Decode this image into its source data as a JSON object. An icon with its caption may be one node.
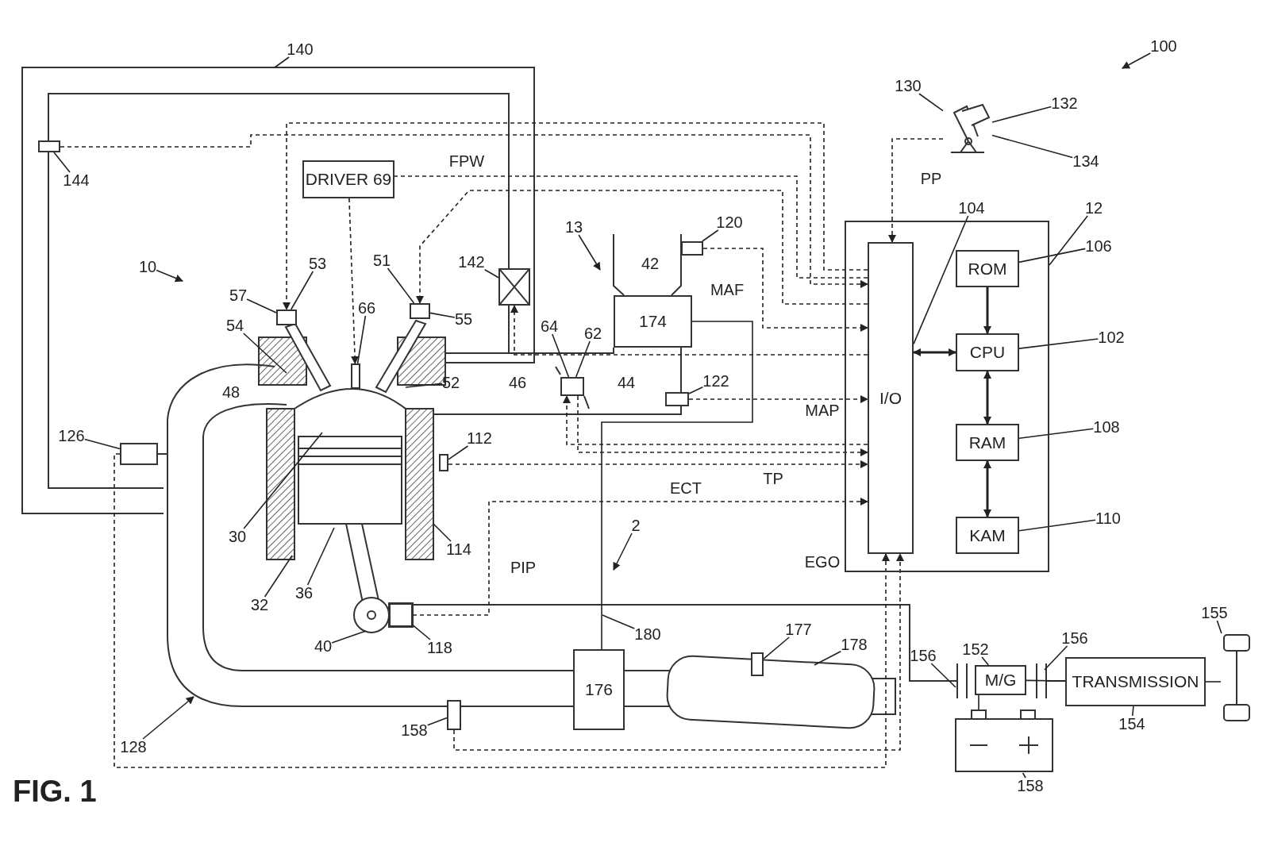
{
  "diagram": {
    "caption": "FIG. 1",
    "nodes": [
      {
        "text": [],
        "shape": "box"
      },
      {
        "text": [
          "I/O"
        ],
        "in": 0
      },
      {
        "text": [
          "ROM"
        ],
        "in": 0
      },
      {
        "text": [
          "CPU"
        ],
        "in": 0
      },
      {
        "text": [
          "RAM"
        ],
        "in": 0
      },
      {
        "text": [
          "KAM"
        ],
        "in": 0
      },
      {
        "text": [
          "DRIVER 69"
        ]
      },
      {
        "text": [
          "174"
        ]
      },
      {
        "text": [
          "176"
        ]
      },
      {
        "text": [
          "M/G"
        ]
      },
      {
        "text": [
          "TRANSMISSION"
        ]
      },
      {
        "text": [],
        "shape": "picture"
      },
      {
        "text": [],
        "shape": "picture"
      },
      {
        "text": [],
        "shape": "picture"
      },
      {
        "text": [
          "140"
        ]
      },
      {
        "text": [
          "144"
        ]
      },
      {
        "text": [
          "100"
        ]
      },
      {
        "text": [
          "130"
        ]
      },
      {
        "text": [
          "132"
        ]
      },
      {
        "text": [
          "134"
        ]
      },
      {
        "text": [
          "12"
        ]
      },
      {
        "text": [
          "104"
        ]
      },
      {
        "text": [
          "106"
        ]
      },
      {
        "text": [
          "102"
        ]
      },
      {
        "text": [
          "108"
        ]
      },
      {
        "text": [
          "110"
        ]
      },
      {
        "text": [
          "10"
        ]
      },
      {
        "text": [
          "53"
        ]
      },
      {
        "text": [
          "57"
        ]
      },
      {
        "text": [
          "54"
        ]
      },
      {
        "text": [
          "51"
        ]
      },
      {
        "text": [
          "55"
        ]
      },
      {
        "text": [
          "66"
        ]
      },
      {
        "text": [
          "52"
        ]
      },
      {
        "text": [
          "142"
        ]
      },
      {
        "text": [
          "13"
        ]
      },
      {
        "text": [
          "120"
        ]
      },
      {
        "text": [
          "64"
        ]
      },
      {
        "text": [
          "62"
        ]
      },
      {
        "text": [
          "122"
        ]
      },
      {
        "text": [
          "126"
        ]
      },
      {
        "text": [
          "112"
        ]
      },
      {
        "text": [
          "114"
        ]
      },
      {
        "text": [
          "30"
        ]
      },
      {
        "text": [
          "32"
        ]
      },
      {
        "text": [
          "36"
        ]
      },
      {
        "text": [
          "40"
        ]
      },
      {
        "text": [
          "118"
        ]
      },
      {
        "text": [
          "2"
        ]
      },
      {
        "text": [
          "180"
        ]
      },
      {
        "text": [
          "177"
        ]
      },
      {
        "text": [
          "178"
        ]
      },
      {
        "text": [
          "156"
        ]
      },
      {
        "text": [
          "152"
        ]
      },
      {
        "text": [
          "156"
        ]
      },
      {
        "text": [
          "155"
        ]
      },
      {
        "text": [
          "154"
        ]
      },
      {
        "text": [
          "158"
        ]
      },
      {
        "text": [
          "158"
        ]
      },
      {
        "text": [
          "128"
        ]
      },
      {
        "text": [],
        "shape": "box"
      },
      {
        "text": [],
        "shape": "box"
      },
      {
        "text": [],
        "shape": "box"
      },
      {
        "text": [],
        "shape": "box"
      },
      {
        "text": [],
        "shape": "box"
      },
      {
        "text": [],
        "shape": "box"
      },
      {
        "text": [],
        "shape": "box"
      },
      {
        "text": [],
        "shape": "box"
      },
      {
        "text": [],
        "shape": "box"
      },
      {
        "text": [],
        "shape": "box"
      },
      {
        "text": [],
        "shape": "box"
      },
      {
        "text": [],
        "shape": "box"
      },
      {
        "text": [],
        "shape": "box"
      }
    ],
    "edges": [
      {
        "from": 2,
        "to": 3,
        "arrow": "to"
      },
      {
        "from": 3,
        "to": 1,
        "arrow": "both"
      },
      {
        "from": 3,
        "to": 4,
        "arrow": "both"
      },
      {
        "from": 4,
        "to": 5,
        "arrow": "both"
      },
      {
        "from": 1,
        "to": 6,
        "arrow": "none",
        "style": "dashed",
        "label": "FPW"
      },
      {
        "from": 6,
        "to": 71,
        "arrow": "to",
        "style": "dashed"
      },
      {
        "from": 13,
        "to": 1,
        "arrow": "to",
        "style": "dashed",
        "label": "PP"
      },
      {
        "from": 62,
        "to": 1,
        "arrow": "to",
        "style": "dashed",
        "label": "MAF"
      },
      {
        "from": 63,
        "to": 1,
        "arrow": "to",
        "style": "dashed",
        "label": "MAP"
      },
      {
        "from": 64,
        "to": 1,
        "arrow": "to",
        "style": "dashed",
        "label": "ECT"
      },
      {
        "from": 69,
        "to": 1,
        "arrow": "to",
        "style": "dashed",
        "label": "TP"
      },
      {
        "from": 70,
        "to": 1,
        "arrow": "to",
        "style": "dashed",
        "label": "PIP"
      },
      {
        "from": 61,
        "to": 1,
        "arrow": "to",
        "style": "dashed",
        "label": "EGO"
      },
      {
        "from": 1,
        "to": 66,
        "arrow": "to",
        "style": "dashed"
      },
      {
        "from": 1,
        "to": 67,
        "arrow": "to",
        "style": "dashed"
      },
      {
        "from": 1,
        "to": 68,
        "arrow": "to",
        "style": "dashed"
      },
      {
        "from": 1,
        "to": 69,
        "arrow": "to",
        "style": "dashed"
      },
      {
        "from": 60,
        "to": 1,
        "arrow": "to",
        "style": "dashed"
      },
      {
        "from": 65,
        "to": 1,
        "arrow": "to",
        "style": "dashed"
      },
      {
        "from": 9,
        "to": 10,
        "arrow": "none"
      },
      {
        "from": 9,
        "to": 11,
        "arrow": "none"
      },
      {
        "from": 10,
        "to": 12,
        "arrow": "none"
      },
      {
        "from": 7,
        "to": 8,
        "arrow": "none"
      },
      {
        "from": 14,
        "to": null,
        "arrow": "none"
      },
      {
        "from": 15,
        "to": 60,
        "arrow": "none"
      },
      {
        "from": 16,
        "to": null,
        "arrow": "to"
      },
      {
        "from": 17,
        "to": 13,
        "arrow": "none"
      },
      {
        "from": 18,
        "to": 13,
        "arrow": "none"
      },
      {
        "from": 19,
        "to": 13,
        "arrow": "none"
      },
      {
        "from": 20,
        "to": 0,
        "arrow": "none"
      },
      {
        "from": 21,
        "to": 1,
        "arrow": "none"
      },
      {
        "from": 22,
        "to": 2,
        "arrow": "none"
      },
      {
        "from": 23,
        "to": 3,
        "arrow": "none"
      },
      {
        "from": 24,
        "to": 4,
        "arrow": "none"
      },
      {
        "from": 25,
        "to": 5,
        "arrow": "none"
      },
      {
        "from": 26,
        "to": null,
        "arrow": "to"
      },
      {
        "from": 27,
        "to": 66,
        "arrow": "none"
      },
      {
        "from": 28,
        "to": 66,
        "arrow": "none"
      },
      {
        "from": 29,
        "to": null,
        "arrow": "none"
      },
      {
        "from": 30,
        "to": 67,
        "arrow": "none"
      },
      {
        "from": 31,
        "to": 67,
        "arrow": "none"
      },
      {
        "from": 32,
        "to": 71,
        "arrow": "none"
      },
      {
        "from": 33,
        "to": null,
        "arrow": "none"
      },
      {
        "from": 34,
        "to": 68,
        "arrow": "none"
      },
      {
        "from": 35,
        "to": null,
        "arrow": "to"
      },
      {
        "from": 36,
        "to": 62,
        "arrow": "none"
      },
      {
        "from": 37,
        "to": 69,
        "arrow": "none"
      },
      {
        "from": 38,
        "to": 69,
        "arrow": "none"
      },
      {
        "from": 39,
        "to": 63,
        "arrow": "none"
      },
      {
        "from": 40,
        "to": 61,
        "arrow": "none"
      },
      {
        "from": 41,
        "to": 64,
        "arrow": "none"
      },
      {
        "from": 42,
        "to": null,
        "arrow": "none"
      },
      {
        "from": 43,
        "to": null,
        "arrow": "none"
      },
      {
        "from": 44,
        "to": null,
        "arrow": "none"
      },
      {
        "from": 45,
        "to": null,
        "arrow": "none"
      },
      {
        "from": 46,
        "to": null,
        "arrow": "none"
      },
      {
        "from": 47,
        "to": 70,
        "arrow": "none"
      },
      {
        "from": 48,
        "to": null,
        "arrow": "to"
      },
      {
        "from": 49,
        "to": null,
        "arrow": "none"
      },
      {
        "from": 50,
        "to": 72,
        "arrow": "none"
      },
      {
        "from": 51,
        "to": null,
        "arrow": "none"
      },
      {
        "from": 52,
        "to": null,
        "arrow": "none"
      },
      {
        "from": 53,
        "to": 9,
        "arrow": "none"
      },
      {
        "from": 54,
        "to": null,
        "arrow": "none"
      },
      {
        "from": 55,
        "to": 12,
        "arrow": "none"
      },
      {
        "from": 56,
        "to": 10,
        "arrow": "none"
      },
      {
        "from": 57,
        "to": 11,
        "arrow": "none"
      },
      {
        "from": 58,
        "to": 65,
        "arrow": "none"
      },
      {
        "from": 59,
        "to": null,
        "arrow": "to"
      }
    ],
    "labels": [
      "42",
      "44",
      "46",
      "48"
    ]
  }
}
